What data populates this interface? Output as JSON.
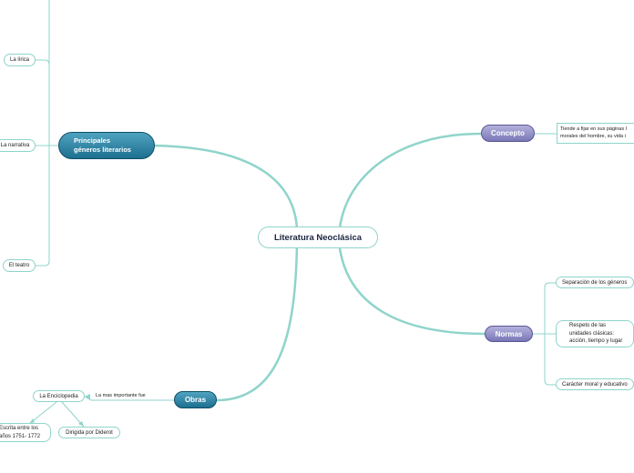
{
  "central": "Literatura Neoclásica",
  "genres": {
    "title": "Principales\ngéneros literarios",
    "lirica": "La lírica",
    "narrativa": "La narrativa",
    "teatro": "El teatro"
  },
  "concepto": {
    "title": "Concepto",
    "text": "Tiende a fijar en sus páginas l\nmorales del hombre, su vida i"
  },
  "normas": {
    "title": "Normas",
    "item1": "Separación de los géneros",
    "item2": "Respeto de las\nunidades clásicas:\nacción, tiempo y lugar",
    "item3": "Carácter moral y educativo"
  },
  "obras": {
    "title": "Obras",
    "link_label": "La mas importante fue",
    "enciclopedia": "La Enciclopedia",
    "escrita": "Escrita entre los\naños 1751- 1772",
    "dirigida": "Dirigida por Diderot"
  }
}
